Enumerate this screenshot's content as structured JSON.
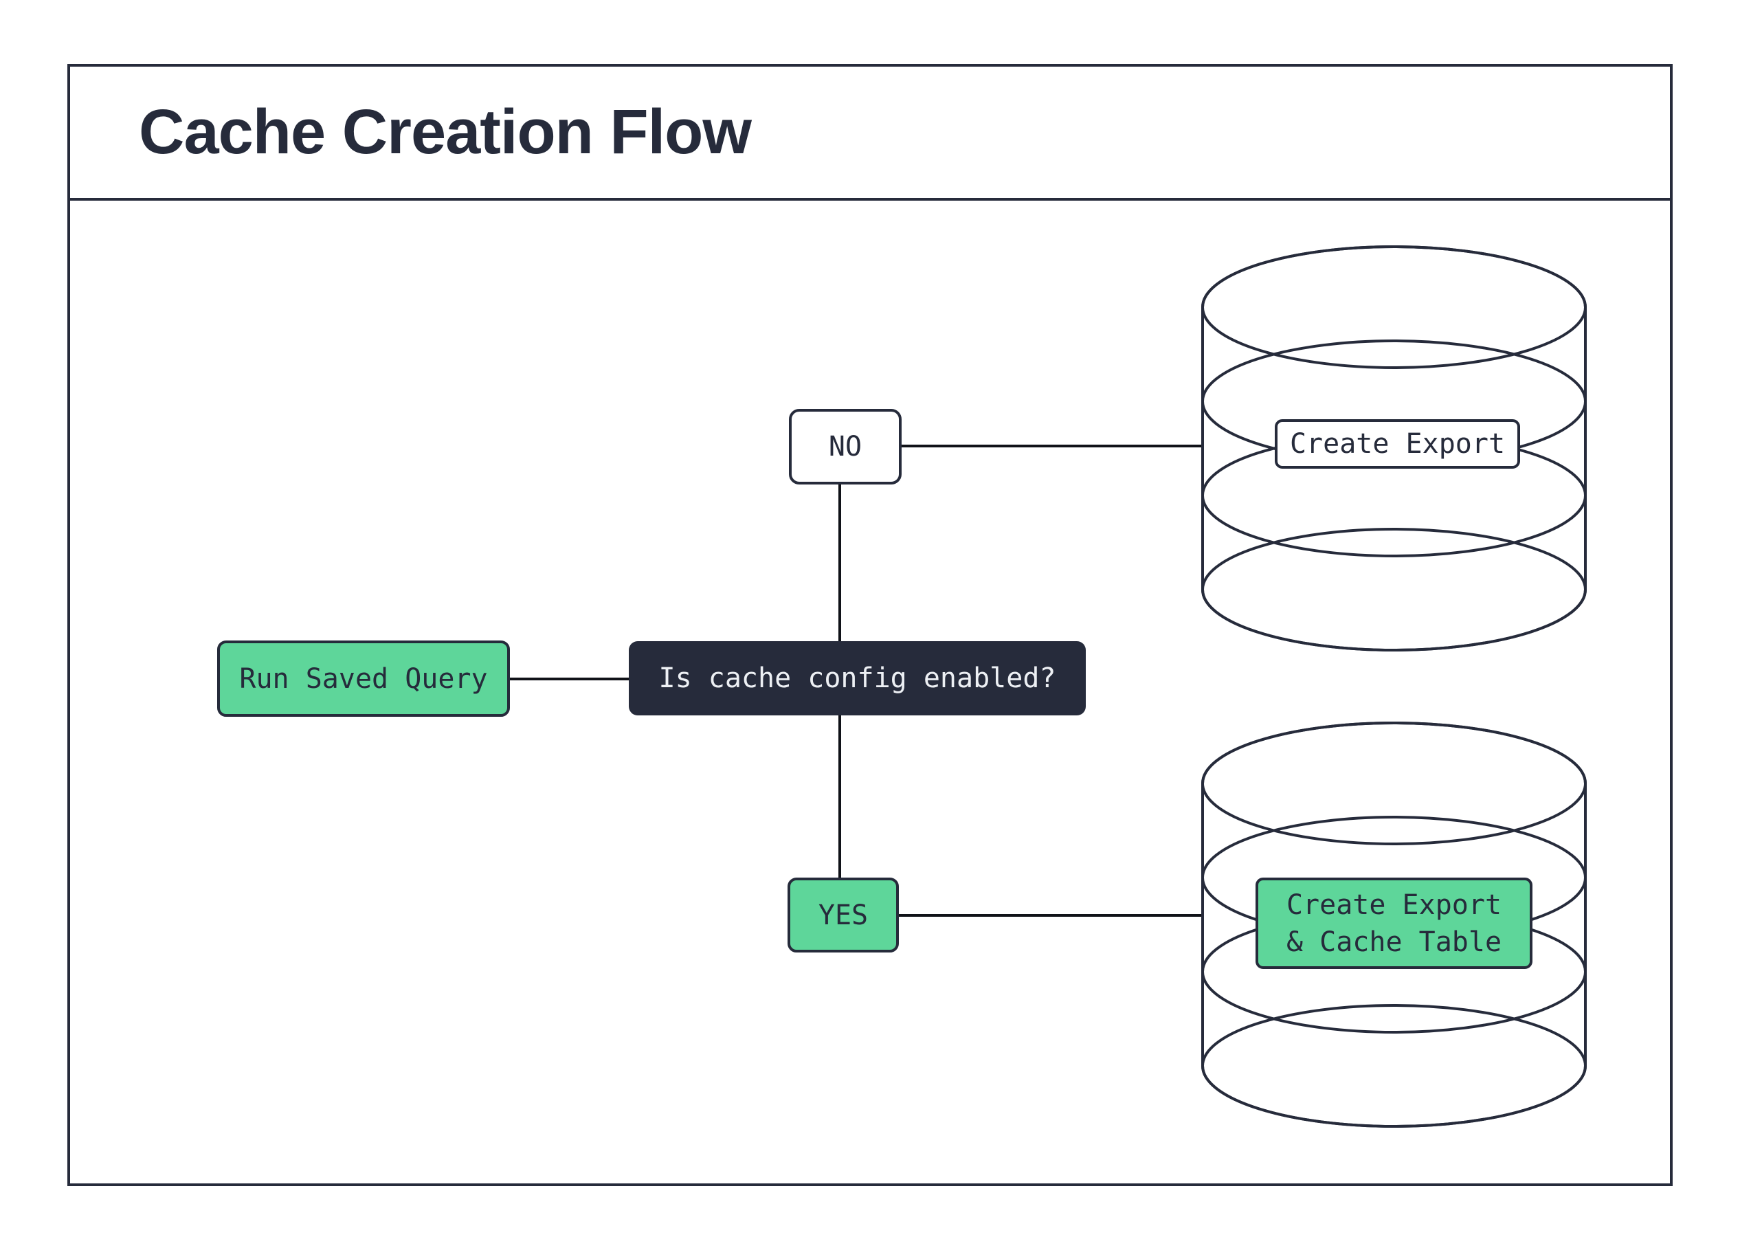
{
  "title": "Cache Creation Flow",
  "colors": {
    "ink": "#262b3b",
    "line": "#101218",
    "green": "#5ed69a",
    "dark-bg": "#262b3b",
    "dark-text": "#edf0f4",
    "paper": "#ffffff"
  },
  "flow": {
    "start": {
      "label": "Run Saved Query"
    },
    "decision": {
      "label": "Is cache config enabled?"
    },
    "no": {
      "label": "NO",
      "result_label": "Create Export"
    },
    "yes": {
      "label": "YES",
      "result_line1": "Create Export",
      "result_line2": "& Cache Table"
    }
  },
  "icons": {
    "no_target": "database-icon",
    "yes_target": "database-icon"
  }
}
